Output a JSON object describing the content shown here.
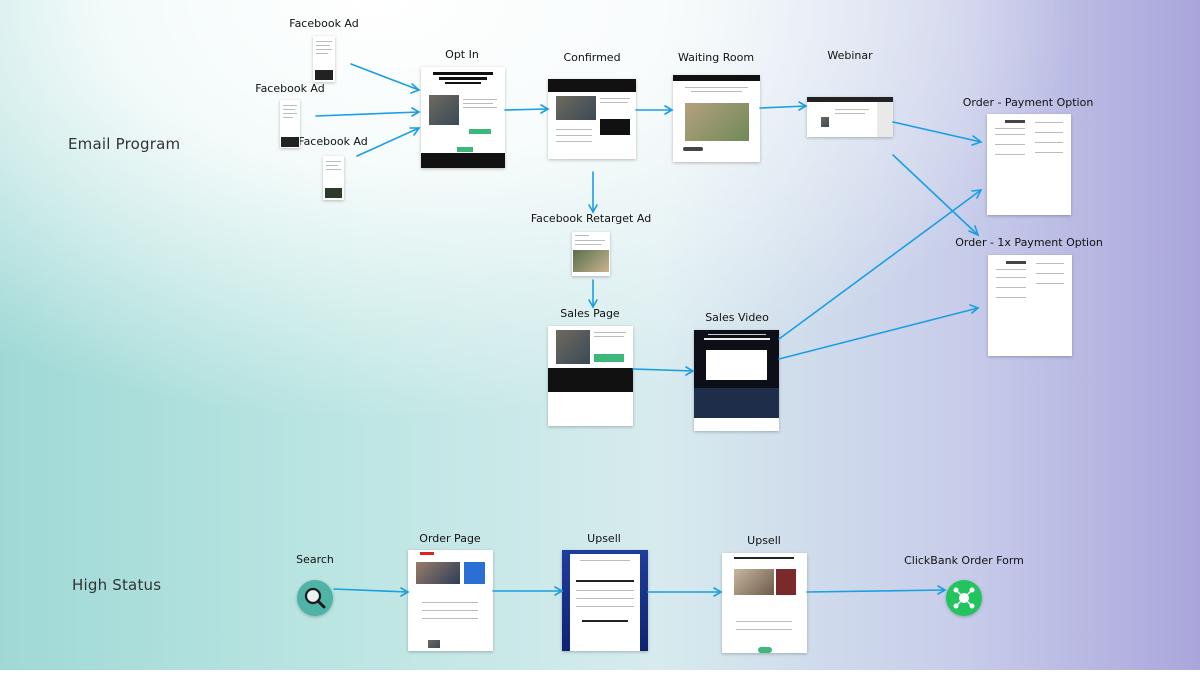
{
  "sections": {
    "email_program": "Email Program",
    "high_status": "High Status"
  },
  "nodes": {
    "facebook_ad_1": "Facebook Ad",
    "facebook_ad_2": "Facebook Ad",
    "facebook_ad_3": "Facebook Ad",
    "opt_in": "Opt In",
    "confirmed": "Confirmed",
    "waiting_room": "Waiting Room",
    "webinar": "Webinar",
    "order_payment_option": "Order - Payment Option",
    "order_1x_payment_option": "Order - 1x Payment Option",
    "facebook_retarget_ad": "Facebook Retarget Ad",
    "sales_page": "Sales Page",
    "sales_video": "Sales Video",
    "search": "Search",
    "order_page": "Order Page",
    "upsell_1": "Upsell",
    "upsell_2": "Upsell",
    "clickbank_order_form": "ClickBank Order Form"
  },
  "icons": {
    "search": "magnifier-icon",
    "clickbank": "network-cart-icon"
  },
  "colors": {
    "arrow": "#1a9fe0",
    "search_node": "#4fb3a6",
    "clickbank_node": "#21c45e"
  }
}
